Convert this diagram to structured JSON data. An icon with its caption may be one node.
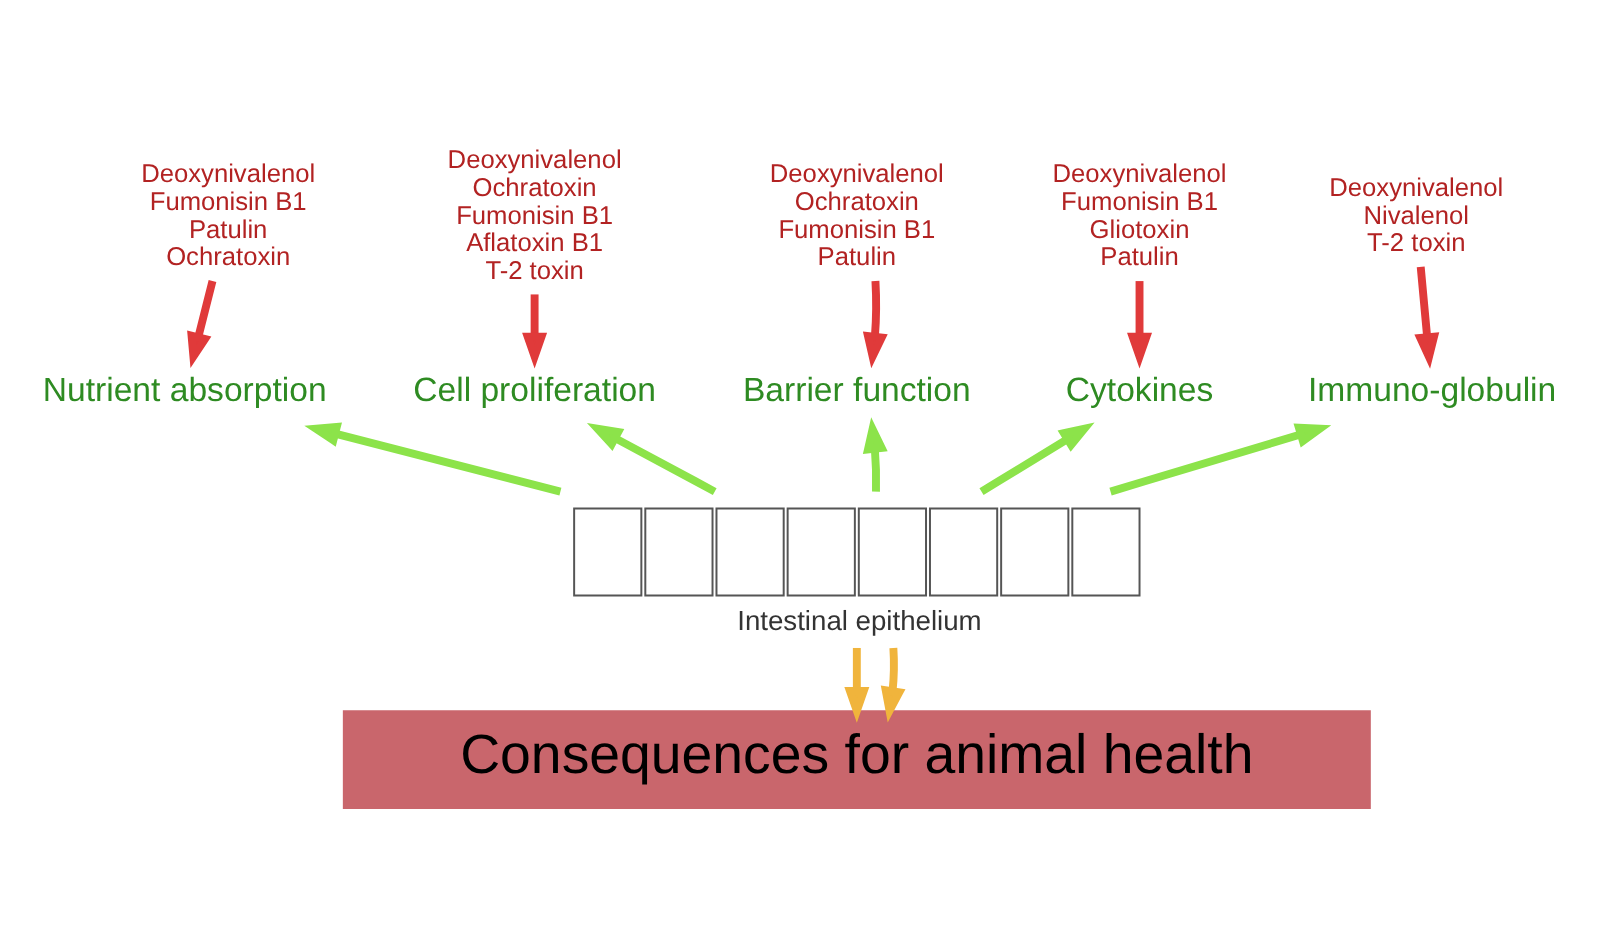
{
  "diagram": {
    "nodes": [
      {
        "text": [
          "Deoxynivalenol",
          "Fumonisin B1",
          "Patulin",
          "Ochratoxin"
        ]
      },
      {
        "text": [
          "Deoxynivalenol",
          "Ochratoxin",
          "Fumonisin B1",
          "Aflatoxin B1",
          "T-2 toxin"
        ]
      },
      {
        "text": [
          "Deoxynivalenol",
          "Ochratoxin",
          "Fumonisin B1",
          "Patulin"
        ]
      },
      {
        "text": [
          "Deoxynivalenol",
          "Fumonisin B1",
          "Gliotoxin",
          "Patulin"
        ]
      },
      {
        "text": [
          "Deoxynivalenol",
          "Nivalenol",
          "T-2 toxin"
        ]
      },
      {
        "text": [
          "Nutrient absorption"
        ]
      },
      {
        "text": [
          "Cell proliferation"
        ]
      },
      {
        "text": [
          "Barrier function"
        ]
      },
      {
        "text": [
          "Cytokines"
        ]
      },
      {
        "text": [
          "Immuno-globulin"
        ]
      },
      {
        "text": [],
        "shape": "picture",
        "beside": [
          "Intestinal epithelium"
        ]
      },
      {
        "text": [
          "Consequences for animal health"
        ]
      }
    ],
    "edges": [
      {
        "from": 0,
        "to": 5,
        "arrow": "to",
        "color": "#e03a3a"
      },
      {
        "from": 1,
        "to": 6,
        "arrow": "to",
        "color": "#e03a3a"
      },
      {
        "from": 2,
        "to": 7,
        "arrow": "to",
        "color": "#e03a3a"
      },
      {
        "from": 3,
        "to": 8,
        "arrow": "to",
        "color": "#e03a3a"
      },
      {
        "from": 4,
        "to": 9,
        "arrow": "to",
        "color": "#e03a3a"
      },
      {
        "from": 10,
        "to": 5,
        "arrow": "to",
        "color": "#8ce34a"
      },
      {
        "from": 10,
        "to": 6,
        "arrow": "to",
        "color": "#8ce34a"
      },
      {
        "from": 10,
        "to": 7,
        "arrow": "to",
        "color": "#8ce34a"
      },
      {
        "from": 10,
        "to": 8,
        "arrow": "to",
        "color": "#8ce34a"
      },
      {
        "from": 10,
        "to": 9,
        "arrow": "to",
        "color": "#8ce34a"
      },
      {
        "from": 10,
        "to": 11,
        "arrow": "to",
        "color": "#f0b43c"
      },
      {
        "from": 10,
        "to": 11,
        "arrow": "to",
        "color": "#f0b43c"
      }
    ]
  }
}
